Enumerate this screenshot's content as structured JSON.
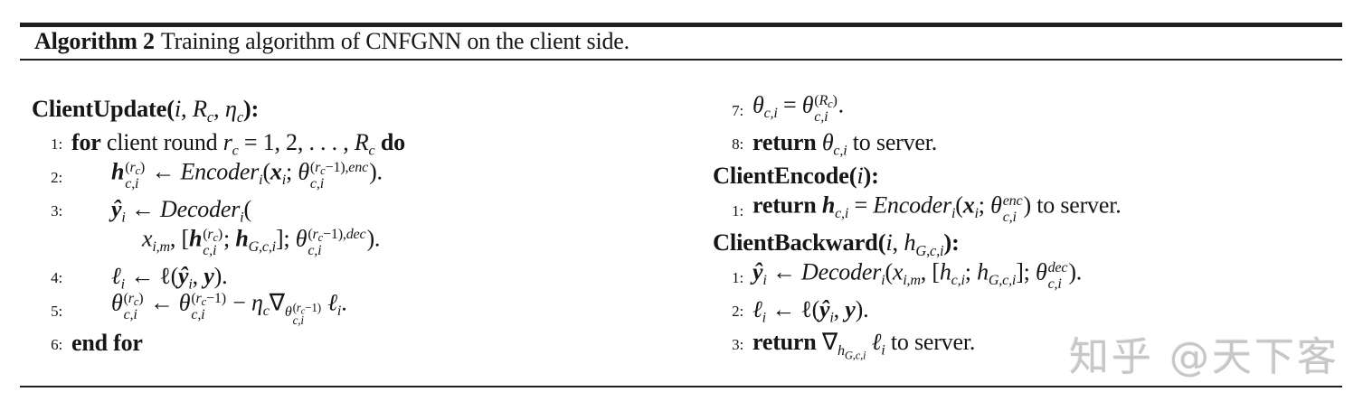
{
  "header": {
    "label": "Algorithm 2",
    "title": "Training algorithm of CNFGNN on the client side."
  },
  "left": {
    "heading_html": "<b>ClientUpdate(</b><i>i</i>, <i>R</i><sub><i>c</i></sub>, <i>η</i><sub><i>c</i></sub><b>):</b>",
    "lines": [
      {
        "num": "1:",
        "html": "<b>for</b> client round <i>r</i><sub><i>c</i></sub> = 1, 2, . . . , <i>R</i><sub><i>c</i></sub> <b>do</b>"
      },
      {
        "num": "2:",
        "html": "<i class='b'>h</i><span class='stk'><span class='t'>(<i>r</i><sub><i>c</i></sub>)</span><span class='m'><i>c,i</i></span></span> ← <i>Encoder</i><sub><i>i</i></sub>(<i class='b'>x</i><sub><i>i</i></sub>; <i>θ</i><span class='stk'><span class='t'>(<i>r</i><sub><i>c</i></sub>−1),<i>enc</i></span><span class='m'><i>c,i</i></span></span>)."
      },
      {
        "num": "3:",
        "html": "<i class='b'>ŷ</i><sub><i>i</i></sub> ← <i>Decoder</i><sub><i>i</i></sub>("
      },
      {
        "num": "",
        "html": "<i>x</i><sub><i>i,m</i></sub>, [<i class='b'>h</i><span class='stk'><span class='t'>(<i>r</i><sub><i>c</i></sub>)</span><span class='m'><i>c,i</i></span></span>; <i class='b'>h</i><sub><i>G,c,i</i></sub>]; <i>θ</i><span class='stk'><span class='t'>(<i>r</i><sub><i>c</i></sub>−1),<i>dec</i></span><span class='m'><i>c,i</i></span></span>)."
      },
      {
        "num": "4:",
        "html": "<i>ℓ</i><sub><i>i</i></sub> ← ℓ(<i class='b'>ŷ</i><sub><i>i</i></sub>, <i class='b'>y</i>)."
      },
      {
        "num": "5:",
        "html": "<i>θ</i><span class='stk'><span class='t'>(<i>r</i><sub><i>c</i></sub>)</span><span class='m'><i>c,i</i></span></span> ← <i>θ</i><span class='stk'><span class='t'>(<i>r</i><sub><i>c</i></sub>−1)</span><span class='m'><i>c,i</i></span></span> − <i>η</i><sub><i>c</i></sub>∇<sub class='nsub'><i>θ</i><span class='stk'><span class='t'>(<i>r</i><sub><i>c</i></sub>−1)</span><span class='m'><i>c,i</i></span></span></sub> <i>ℓ</i><sub><i>i</i></sub>."
      },
      {
        "num": "6:",
        "html": "<b>end for</b>"
      }
    ]
  },
  "right": {
    "update_tail": [
      {
        "num": "7:",
        "html": "<i>θ</i><sub><i>c,i</i></sub> = <i>θ</i><span class='stk'><span class='t'>(<i>R</i><sub><i>c</i></sub>)</span><span class='m'><i>c,i</i></span></span>."
      },
      {
        "num": "8:",
        "html": "<b>return</b> <i>θ</i><sub><i>c,i</i></sub> to server."
      }
    ],
    "encode_heading_html": "<b>ClientEncode(</b><i>i</i><b>):</b>",
    "encode_lines": [
      {
        "num": "1:",
        "html": "<b>return</b> <i class='b'>h</i><sub><i>c,i</i></sub> = <i>Encoder</i><sub><i>i</i></sub>(<i class='b'>x</i><sub><i>i</i></sub>; <i>θ</i><span class='stk'><span class='t'><i>enc</i></span><span class='m'><i>c,i</i></span></span>) to server."
      }
    ],
    "backward_heading_html": "<b>ClientBackward(</b><i>i</i>, <i>h</i><sub><i>G,c,i</i></sub><b>):</b>",
    "backward_lines": [
      {
        "num": "1:",
        "html": "<i class='b'>ŷ</i><sub><i>i</i></sub> ← <i>Decoder</i><sub><i>i</i></sub>(<i>x</i><sub><i>i,m</i></sub>, [<i>h</i><sub><i>c,i</i></sub>; <i>h</i><sub><i>G,c,i</i></sub>]; <i>θ</i><span class='stk'><span class='t'><i>dec</i></span><span class='m'><i>c,i</i></span></span>)."
      },
      {
        "num": "2:",
        "html": "<i>ℓ</i><sub><i>i</i></sub> ← ℓ(<i class='b'>ŷ</i><sub><i>i</i></sub>, <i class='b'>y</i>)."
      },
      {
        "num": "3:",
        "html": "<b>return</b> ∇<sub class='nsub'><i>h</i><sub><i>G,c,i</i></sub></sub> <i>ℓ</i><sub><i>i</i></sub> to server."
      }
    ]
  },
  "watermark": {
    "text": "知乎 @天下客"
  },
  "colors": {
    "rule": "#1e1e1e",
    "text": "#161616",
    "watermark": "#c7c7c7",
    "background": "#ffffff"
  }
}
